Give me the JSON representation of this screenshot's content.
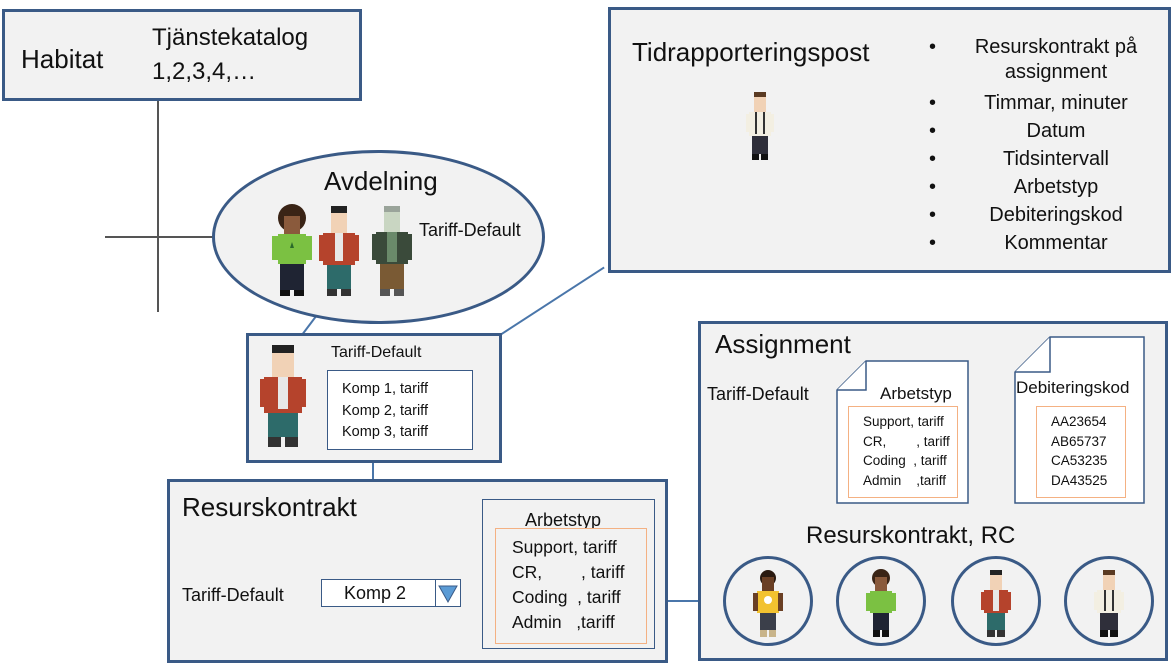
{
  "habitat": {
    "title": "Habitat",
    "catalog_label": "Tjänstekatalog",
    "catalog_values": "1,2,3,4,…"
  },
  "avdelning": {
    "title": "Avdelning",
    "tariff_label": "Tariff-Default"
  },
  "person": {
    "tariff_label": "Tariff-Default",
    "lines": [
      "Komp 1, tariff",
      "Komp 2, tariff",
      "Komp 3, tariff"
    ]
  },
  "tidrapport": {
    "title": "Tidrapporteringspost",
    "items": [
      "Resurskontrakt på assignment",
      "Timmar, minuter",
      "Datum",
      "Tidsintervall",
      "Arbetstyp",
      "Debiteringskod",
      "Kommentar"
    ]
  },
  "resurskontrakt": {
    "title": "Resurskontrakt",
    "tariff_label": "Tariff-Default",
    "select_value": "Komp 2",
    "arbetstyp_title": "Arbetstyp",
    "arbetstyp_lines": [
      "Support, tariff",
      "CR,        , tariff",
      "Coding  , tariff",
      "Admin   ,tariff"
    ]
  },
  "assignment": {
    "title": "Assignment",
    "tariff_label": "Tariff-Default",
    "arbetstyp_title": "Arbetstyp",
    "arbetstyp_lines": [
      "Support, tariff",
      "CR,        , tariff",
      "Coding  , tariff",
      "Admin    ,tariff"
    ],
    "debitering_title": "Debiteringskod",
    "debitering_codes": [
      "AA23654",
      "AB65737",
      "CA53235",
      "DA43525"
    ],
    "rc_title": "Resurskontrakt, RC"
  },
  "colors": {
    "box_border": "#3a5a86",
    "box_fill": "#f2f2f2",
    "connector": "#4a76aa",
    "inner_border": "#f4b183",
    "dropdown_arrow": "#5b9bd5"
  }
}
